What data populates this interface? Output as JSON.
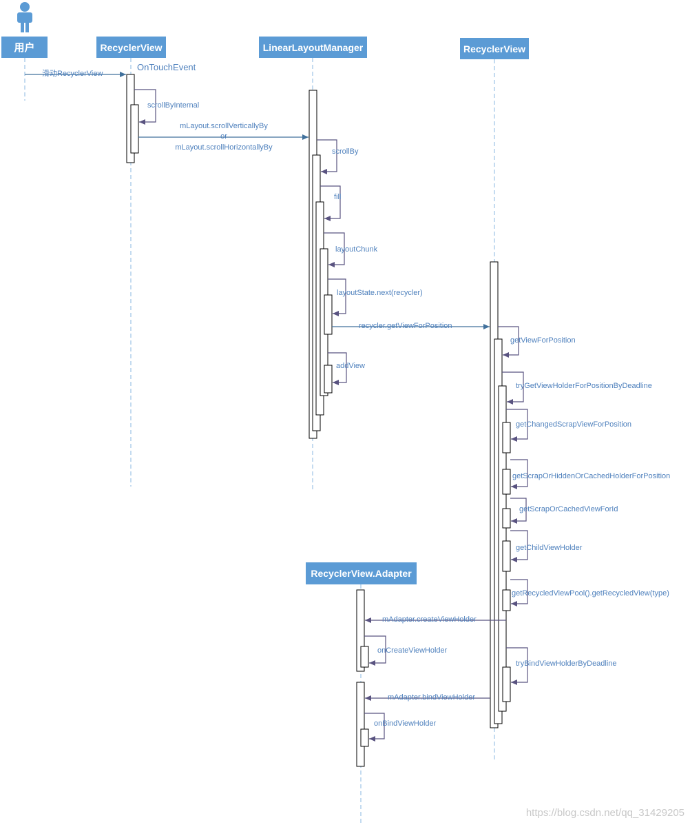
{
  "colors": {
    "participant_fill": "#5b9bd5",
    "participant_text": "#ffffff",
    "lifeline": "#9dc3e6",
    "sync_arrow": "#41719c",
    "self_arrow": "#595380",
    "label_text": "#4f81bd",
    "watermark": "#c8c8c8"
  },
  "actor": {
    "icon": "person-icon",
    "label": "用户"
  },
  "participants": {
    "rv1": "RecyclerView",
    "llm": "LinearLayoutManager",
    "rv2": "RecyclerView",
    "adapter": "RecyclerView.Adapter"
  },
  "messages": {
    "slide": "滑动RecyclerView",
    "on_touch_event": "OnTouchEvent",
    "scroll_by_internal": "scrollByInternal",
    "scroll_call_line1": "mLayout.scrollVerticallyBy",
    "scroll_call_line2": "or",
    "scroll_call_line3": "mLayout.scrollHorizontallyBy",
    "scroll_by": "scrollBy",
    "fill": "fill",
    "layout_chunk": "layoutChunk",
    "layout_state_next": "layoutState.next(recycler)",
    "get_view_for_position_call": "recycler.getViewForPosition",
    "add_view": "addView",
    "get_view_for_position": "getViewForPosition",
    "try_get_view_holder": "tryGetViewHolderForPositionByDeadline",
    "get_changed_scrap": "getChangedScrapViewForPosition",
    "get_scrap_hidden_cached": "getScrapOrHiddenOrCachedHolderForPosition",
    "get_scrap_cached_by_id": "getScrapOrCachedViewForId",
    "get_child_view_holder": "getChildViewHolder",
    "get_recycled_view": "getRecycledViewPool().getRecycledView(type)",
    "create_view_holder_call": "mAdapter.createViewHolder",
    "on_create_view_holder": "onCreateViewHolder",
    "try_bind_view_holder": "tryBindViewHolderByDeadline",
    "bind_view_holder_call": "mAdapter.bindViewHolder",
    "on_bind_view_holder": "onBindViewHolder"
  },
  "watermark": "https://blog.csdn.net/qq_31429205"
}
